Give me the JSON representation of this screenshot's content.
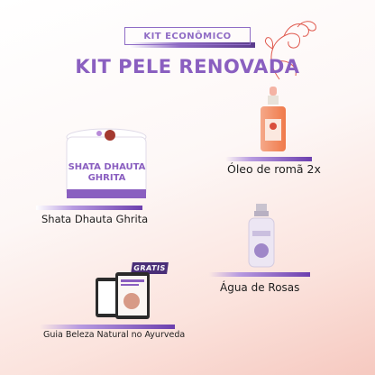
{
  "header": {
    "banner_label": "KIT ECONÔMICO",
    "title": "KIT PELE RENOVADA"
  },
  "products": {
    "oleo": {
      "label": "Óleo de romã 2x"
    },
    "ghrita": {
      "label": "Shata Dhauta Ghrita",
      "jar_text_line1": "SHATA DHAUTA",
      "jar_text_line2": "GHRITA"
    },
    "agua": {
      "label": "Água de Rosas"
    },
    "guia": {
      "label": "Guia Beleza Natural no Ayurveda",
      "badge": "GRATIS"
    }
  },
  "colors": {
    "accent": "#8a5fc0",
    "accent_dark": "#4a2f78",
    "background_blush": "#f6c9c0"
  },
  "icons": {
    "flourish": "floral-line-art-icon",
    "serum": "dropper-bottle-icon",
    "jar": "jar-icon",
    "spray": "spray-bottle-icon",
    "ebook": "tablet-ebook-icon"
  }
}
